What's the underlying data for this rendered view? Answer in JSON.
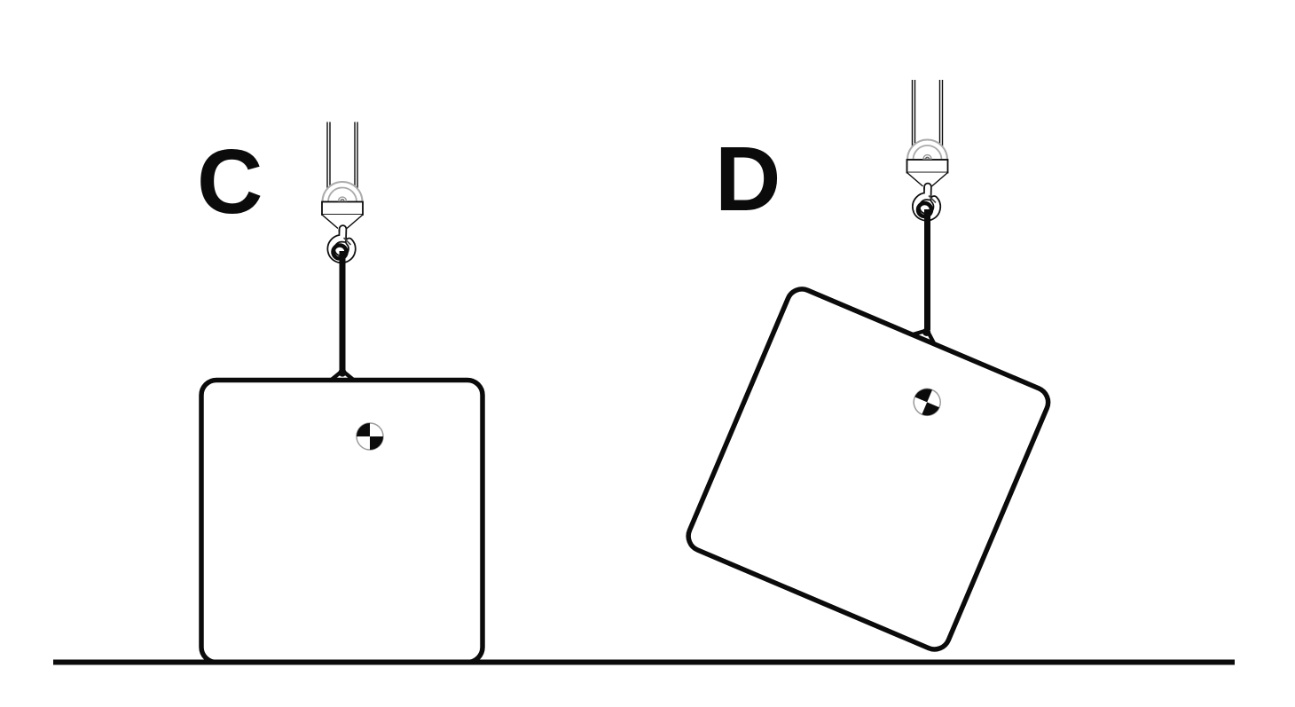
{
  "figure": {
    "scenarios": [
      {
        "label": "C"
      },
      {
        "label": "D"
      }
    ],
    "colors": {
      "background": "#ffffff",
      "ink": "#0b0b0b",
      "metal_outline": "#ababab",
      "cg_ring": "#9c9c9c"
    },
    "icons": [
      "crane-hook-icon",
      "sheave-block-icon",
      "center-of-gravity-icon",
      "lifting-eye-icon",
      "sling-rope",
      "ground-line"
    ]
  }
}
